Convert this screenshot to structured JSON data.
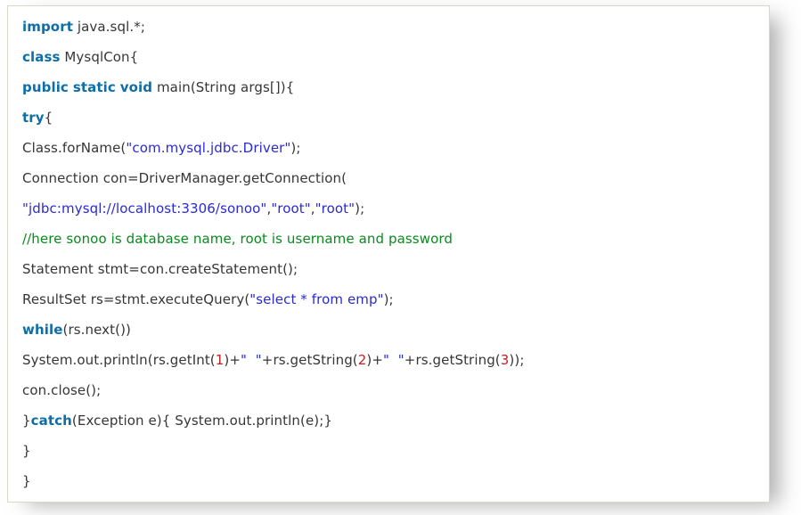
{
  "app": {
    "description": "Syntax-highlighted Java code listing for MySQL JDBC connectivity example"
  },
  "colors": {
    "plain": "#363636",
    "keyword": "#0d6ea8",
    "string": "#2a2ad5",
    "comment": "#0a8a1e",
    "number": "#c61e1e",
    "box_border": "#d8d8c6",
    "box_background": "#ffffff",
    "page_background": "#ffffff"
  },
  "code": {
    "language": "java",
    "lines": [
      [
        {
          "t": "import",
          "c": "k"
        },
        {
          "t": " java.sql.*;",
          "c": "p"
        }
      ],
      [
        {
          "t": "class",
          "c": "k"
        },
        {
          "t": " MysqlCon{",
          "c": "p"
        }
      ],
      [
        {
          "t": "public",
          "c": "k"
        },
        {
          "t": " ",
          "c": "p"
        },
        {
          "t": "static",
          "c": "k"
        },
        {
          "t": " ",
          "c": "p"
        },
        {
          "t": "void",
          "c": "k"
        },
        {
          "t": " main(String args[]){",
          "c": "p"
        }
      ],
      [
        {
          "t": "try",
          "c": "k"
        },
        {
          "t": "{",
          "c": "p"
        }
      ],
      [
        {
          "t": "Class.forName(",
          "c": "p"
        },
        {
          "t": "\"com.mysql.jdbc.Driver\"",
          "c": "s"
        },
        {
          "t": ");",
          "c": "p"
        }
      ],
      [
        {
          "t": "Connection con=DriverManager.getConnection(",
          "c": "p"
        }
      ],
      [
        {
          "t": "\"jdbc:mysql://localhost:3306/sonoo\"",
          "c": "s"
        },
        {
          "t": ",",
          "c": "p"
        },
        {
          "t": "\"root\"",
          "c": "s"
        },
        {
          "t": ",",
          "c": "p"
        },
        {
          "t": "\"root\"",
          "c": "s"
        },
        {
          "t": ");",
          "c": "p"
        }
      ],
      [
        {
          "t": "//here sonoo is database name, root is username and password",
          "c": "c"
        }
      ],
      [
        {
          "t": "Statement stmt=con.createStatement();",
          "c": "p"
        }
      ],
      [
        {
          "t": "ResultSet rs=stmt.executeQuery(",
          "c": "p"
        },
        {
          "t": "\"select * from emp\"",
          "c": "s"
        },
        {
          "t": ");",
          "c": "p"
        }
      ],
      [
        {
          "t": "while",
          "c": "k"
        },
        {
          "t": "(rs.next())",
          "c": "p"
        }
      ],
      [
        {
          "t": "System.out.println(rs.getInt(",
          "c": "p"
        },
        {
          "t": "1",
          "c": "n"
        },
        {
          "t": ")+",
          "c": "p"
        },
        {
          "t": "\"  \"",
          "c": "s"
        },
        {
          "t": "+rs.getString(",
          "c": "p"
        },
        {
          "t": "2",
          "c": "n"
        },
        {
          "t": ")+",
          "c": "p"
        },
        {
          "t": "\"  \"",
          "c": "s"
        },
        {
          "t": "+rs.getString(",
          "c": "p"
        },
        {
          "t": "3",
          "c": "n"
        },
        {
          "t": "));",
          "c": "p"
        }
      ],
      [
        {
          "t": "con.close();",
          "c": "p"
        }
      ],
      [
        {
          "t": "}",
          "c": "p"
        },
        {
          "t": "catch",
          "c": "k"
        },
        {
          "t": "(Exception e){ System.out.println(e);}",
          "c": "p"
        }
      ],
      [
        {
          "t": "}",
          "c": "p"
        }
      ],
      [
        {
          "t": "}",
          "c": "p"
        }
      ]
    ]
  }
}
